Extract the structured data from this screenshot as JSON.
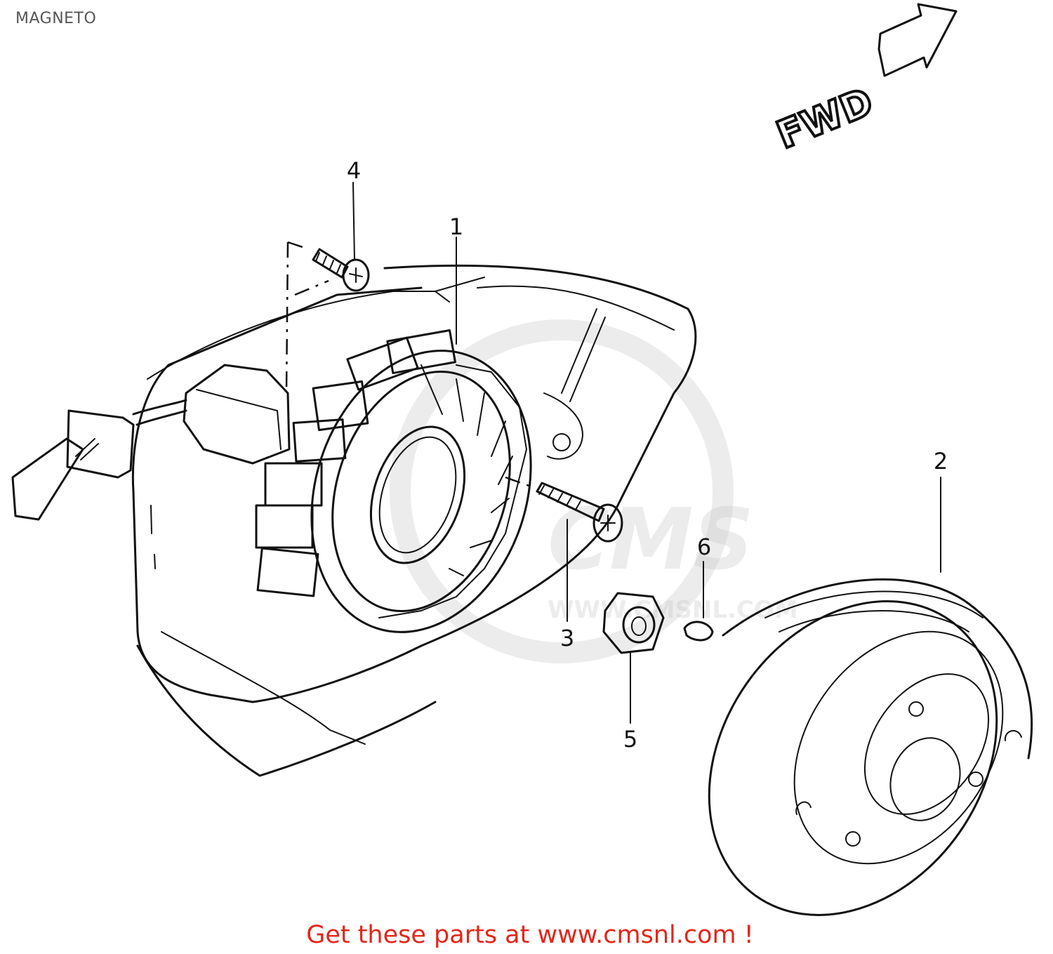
{
  "title": "MAGNETO",
  "direction_label": "FWD",
  "callouts": [
    {
      "id": "1",
      "label": "1"
    },
    {
      "id": "2",
      "label": "2"
    },
    {
      "id": "3",
      "label": "3"
    },
    {
      "id": "4",
      "label": "4"
    },
    {
      "id": "5",
      "label": "5"
    },
    {
      "id": "6",
      "label": "6"
    }
  ],
  "watermark": {
    "logo": "CMS",
    "url": "WWW.CMSNL.COM"
  },
  "footer": {
    "text": "Get these parts at www.cmsnl.com !",
    "color": "#e3261a"
  }
}
